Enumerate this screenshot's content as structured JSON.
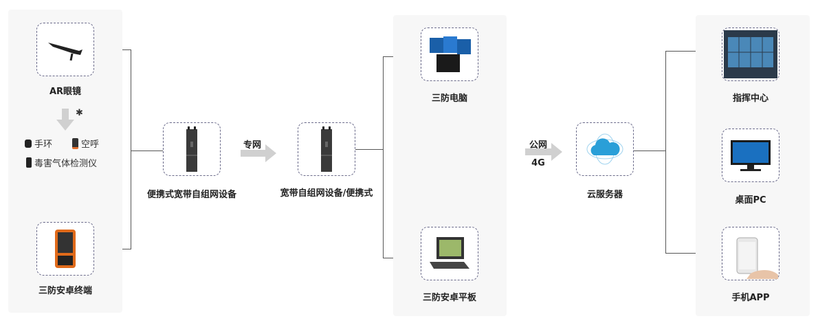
{
  "left": {
    "ar_glasses": "AR眼镜",
    "bluetooth_icon": "bluetooth-icon",
    "wristband": "手环",
    "air_breathing": "空呼",
    "gas_detector": "毒害气体检测仪",
    "rugged_terminal": "三防安卓终端"
  },
  "portable_device": "便携式宽带自组网设备",
  "private_network": "专网",
  "broadband_device": "宽带自组网设备/便携式",
  "middle": {
    "rugged_pc": "三防电脑",
    "rugged_tablet": "三防安卓平板"
  },
  "public_network": "公网",
  "network_4g": "4G",
  "cloud_server": "云服务器",
  "right": {
    "command_center": "指挥中心",
    "desktop_pc": "桌面PC",
    "mobile_app": "手机APP"
  },
  "colors": {
    "panel": "#f7f7f7",
    "arrow": "#d0d0d0",
    "cloud": "#2a9fd8"
  }
}
